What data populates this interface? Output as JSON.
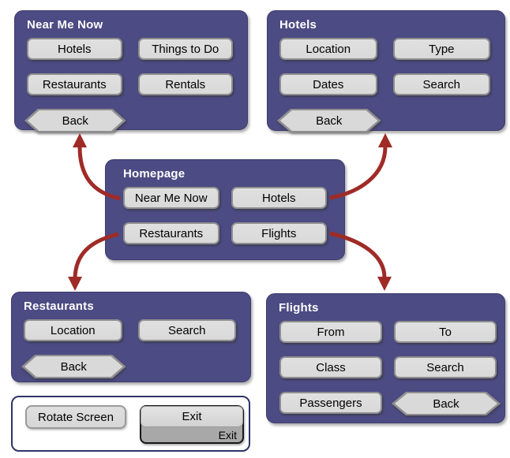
{
  "panels": {
    "near_me_now": {
      "title": "Near Me Now",
      "buttons": [
        "Hotels",
        "Things to Do",
        "Restaurants",
        "Rentals"
      ],
      "back": "Back"
    },
    "hotels": {
      "title": "Hotels",
      "buttons": [
        "Location",
        "Type",
        "Dates",
        "Search"
      ],
      "back": "Back"
    },
    "homepage": {
      "title": "Homepage",
      "buttons": [
        "Near Me Now",
        "Hotels",
        "Restaurants",
        "Flights"
      ]
    },
    "restaurants": {
      "title": "Restaurants",
      "buttons": [
        "Location",
        "Search"
      ],
      "back": "Back"
    },
    "flights": {
      "title": "Flights",
      "buttons": [
        "From",
        "To",
        "Class",
        "Search",
        "Passengers"
      ],
      "back": "Back"
    }
  },
  "controls": {
    "rotate": "Rotate Screen",
    "exit": "Exit",
    "exit_tag": "Exit"
  },
  "colors": {
    "panel_bg": "#4c4b83",
    "arrow": "#9f2b27",
    "button_fill": "#d9d9d9",
    "button_border": "#8f8f8f",
    "controls_border": "#2e3563"
  }
}
